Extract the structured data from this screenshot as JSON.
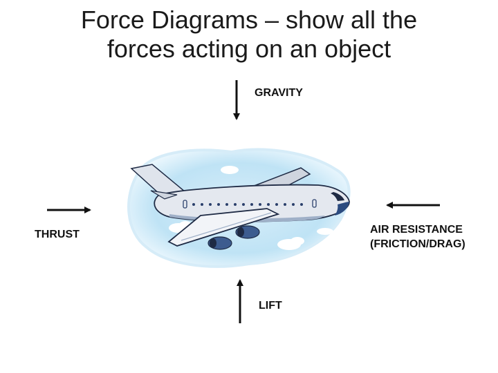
{
  "title": {
    "line1": "Force Diagrams – show all the",
    "line2": "forces acting on an object"
  },
  "forces": {
    "gravity": "GRAVITY",
    "thrust": "THRUST",
    "air_resistance_line1": "AIR RESISTANCE",
    "air_resistance_line2": "(FRICTION/DRAG)",
    "lift": "LIFT"
  },
  "icons": {
    "airplane": "airplane-icon",
    "arrow_gravity": "arrow-down-icon",
    "arrow_thrust": "arrow-right-icon",
    "arrow_air": "arrow-left-icon",
    "arrow_lift": "arrow-up-icon"
  },
  "colors": {
    "arrow": "#111111",
    "sky": "#bfe3f5",
    "fuselage": "#e4e8ef",
    "outline": "#1e2a44"
  }
}
